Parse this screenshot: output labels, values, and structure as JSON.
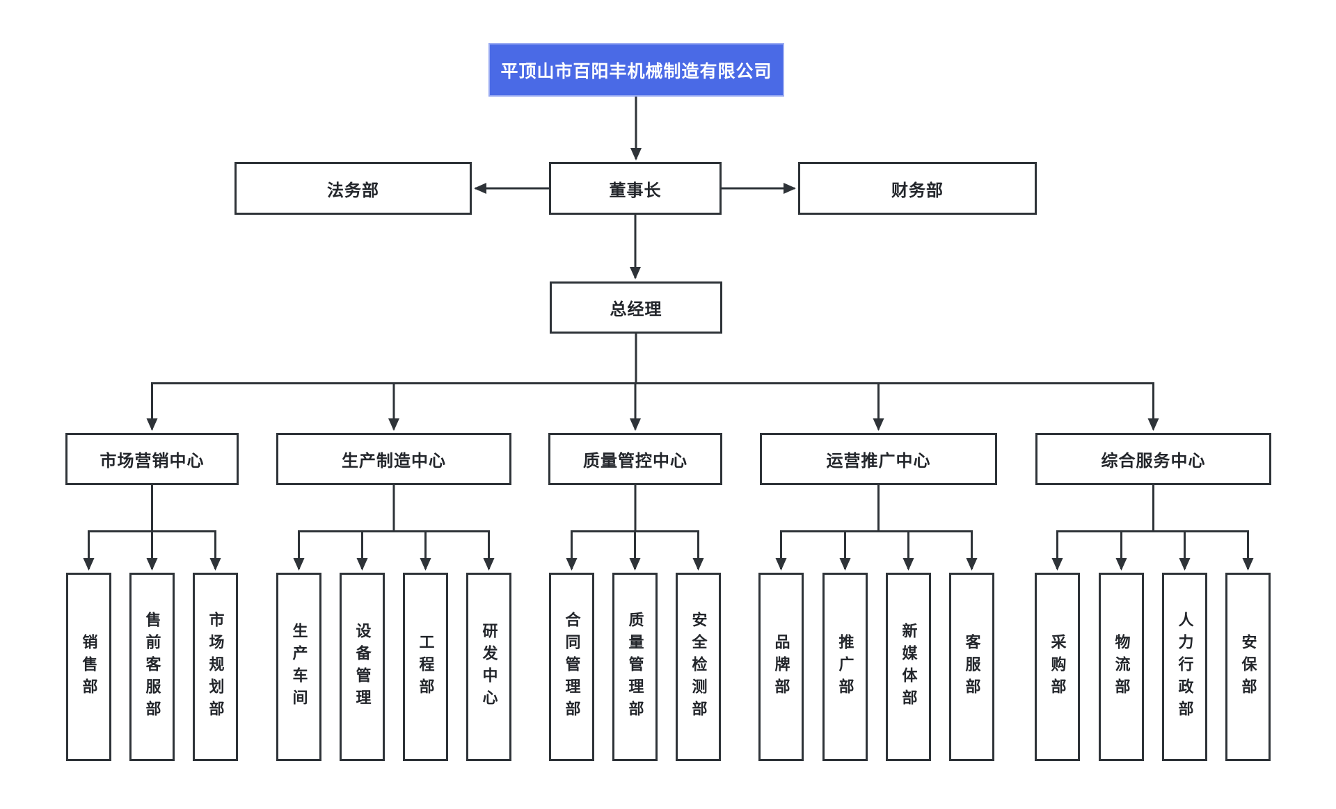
{
  "org": {
    "company": "平顶山市百阳丰机械制造有限公司",
    "legal_dept": "法务部",
    "chairman": "董事长",
    "finance_dept": "财务部",
    "general_manager": "总经理",
    "centers": [
      {
        "label": "市场营销中心",
        "departments": [
          "销售部",
          "售前客服部",
          "市场规划部"
        ]
      },
      {
        "label": "生产制造中心",
        "departments": [
          "生产车间",
          "设备管理",
          "工程部",
          "研发中心"
        ]
      },
      {
        "label": "质量管控中心",
        "departments": [
          "合同管理部",
          "质量管理部",
          "安全检测部"
        ]
      },
      {
        "label": "运营推广中心",
        "departments": [
          "品牌部",
          "推广部",
          "新媒体部",
          "客服部"
        ]
      },
      {
        "label": "综合服务中心",
        "departments": [
          "采购部",
          "物流部",
          "人力行政部",
          "安保部"
        ]
      }
    ]
  },
  "colors": {
    "root_box_fill": "#4a6ae6",
    "root_box_text": "#ffffff",
    "box_border": "#2e3338",
    "connector_line": "#2e3338",
    "box_text": "#23262b",
    "background": "#ffffff"
  }
}
